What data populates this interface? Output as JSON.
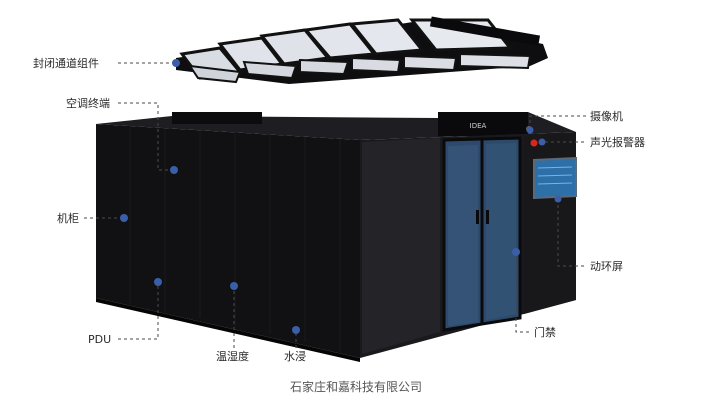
{
  "logo_text": "IDEA",
  "labels": {
    "enclosed_aisle": "封闭通道组件",
    "ac_terminal": "空调终端",
    "cabinet": "机柜",
    "pdu": "PDU",
    "temp_humidity": "温湿度",
    "water_leak": "水浸",
    "camera": "摄像机",
    "alarm": "声光报警器",
    "env_screen": "动环屏",
    "access_control": "门禁"
  },
  "caption": "石家庄和嘉科技有限公司",
  "colors": {
    "cabinet_body": "#121214",
    "cabinet_side": "#1c1c20",
    "glass_door": "#2e4a6a",
    "screen": "#2d6fa8",
    "dot": "#3a5ea8",
    "alarm_red": "#d8281e"
  }
}
